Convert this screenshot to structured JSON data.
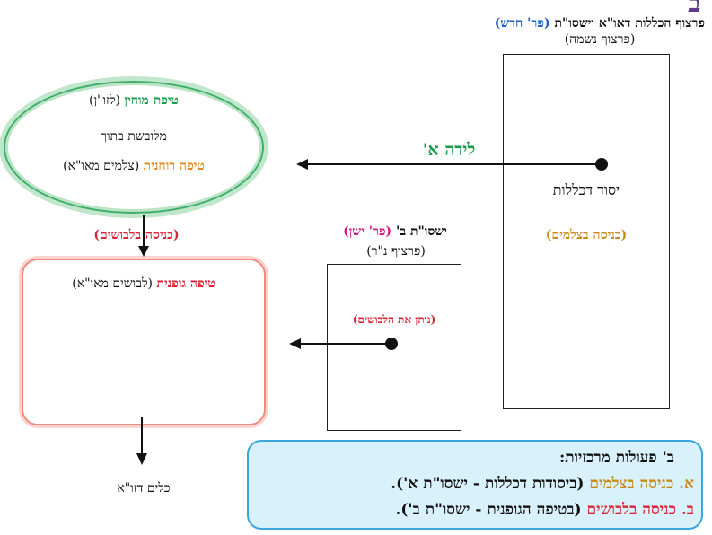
{
  "corner_letter": "ב",
  "top_title": {
    "main": "פרצוף הכללות דאו\"א וישסו\"ת",
    "highlight": "(פר' חדש)"
  },
  "partzuf_neshama": "(פרצוף נשמה)",
  "big_box": {
    "yesod": "יסוד דכללות",
    "entry": "(כניסה בצלמים)"
  },
  "arrow_label": "לידה א'",
  "oval": {
    "line1_bold": "טיפת מוחין",
    "line1_rest": "(לזו\"ן)",
    "line2": "מלובשת בתוך",
    "line3_bold": "טיפה רוחנית",
    "line3_rest": "(צלמים מאו\"א)"
  },
  "entry_garments": "(כניסה בלבושים)",
  "yishsut_b": {
    "main": "ישסו\"ת ב'",
    "highlight": "(פר' ישן)",
    "sub": "(פרצוף נ\"ר)",
    "gives": "(נותן את הלבושים)"
  },
  "rect_box": {
    "bold": "טיפה גופנית",
    "rest": "(לבושים מאו\"א)"
  },
  "bottom_label": "כלים דזו\"א",
  "info_box": {
    "title": "ב' פעולות מרכזיות:",
    "line_a_label": "א. כניסה בצלמים",
    "line_a_rest": "(ביסודות דכללות - ישסו\"ת א').",
    "line_b_label": "ב. כניסה בלבושים",
    "line_b_rest": "(בטיפה הגופנית - ישסו\"ת ב')."
  },
  "colors": {
    "green": "#1a9a4a",
    "orange": "#e08a1c",
    "red": "#d9253a",
    "magenta": "#cc1f8a",
    "gold": "#c98a1a",
    "blue_title": "#1f5fc4",
    "info_bg": "#d9f1fb",
    "info_border": "#3aa6dc",
    "oval_edge": "#3fae6a",
    "rect_edge": "#f08a7a"
  },
  "icons": {
    "arrow_head": "triangle-arrowhead",
    "dot": "filled-circle"
  }
}
